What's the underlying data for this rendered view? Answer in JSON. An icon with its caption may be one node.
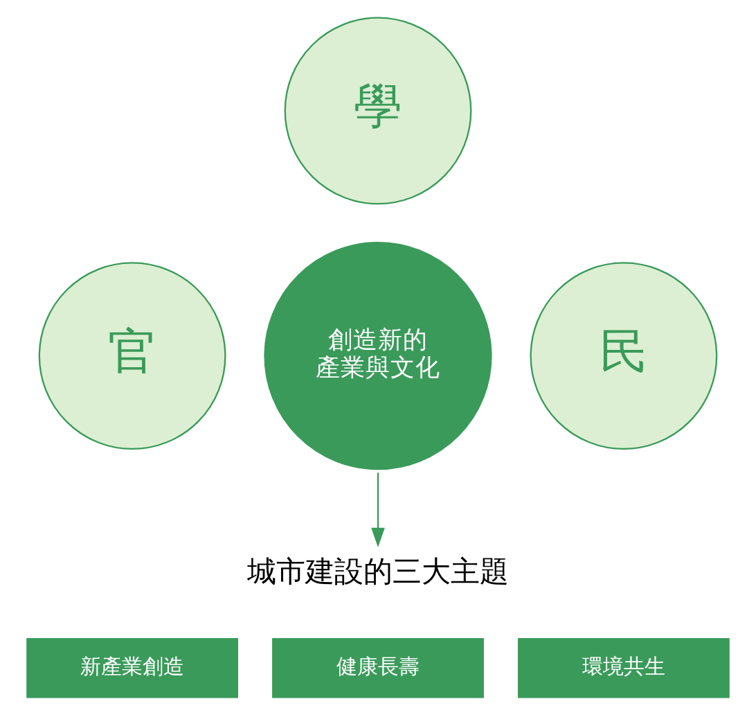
{
  "diagram": {
    "nodes": [
      {
        "text": [
          "學"
        ]
      },
      {
        "text": [
          "官"
        ]
      },
      {
        "text": [
          "創造新的產業與文化"
        ]
      },
      {
        "text": [
          "民"
        ]
      },
      {
        "text": [
          "城市建設的三大主題"
        ]
      },
      {
        "text": [
          "新產業創造"
        ]
      },
      {
        "text": [
          "健康長壽"
        ]
      },
      {
        "text": [
          "環境共生"
        ]
      }
    ],
    "edges": [
      {
        "from": 2,
        "to": 4,
        "arrow": "to"
      }
    ]
  }
}
